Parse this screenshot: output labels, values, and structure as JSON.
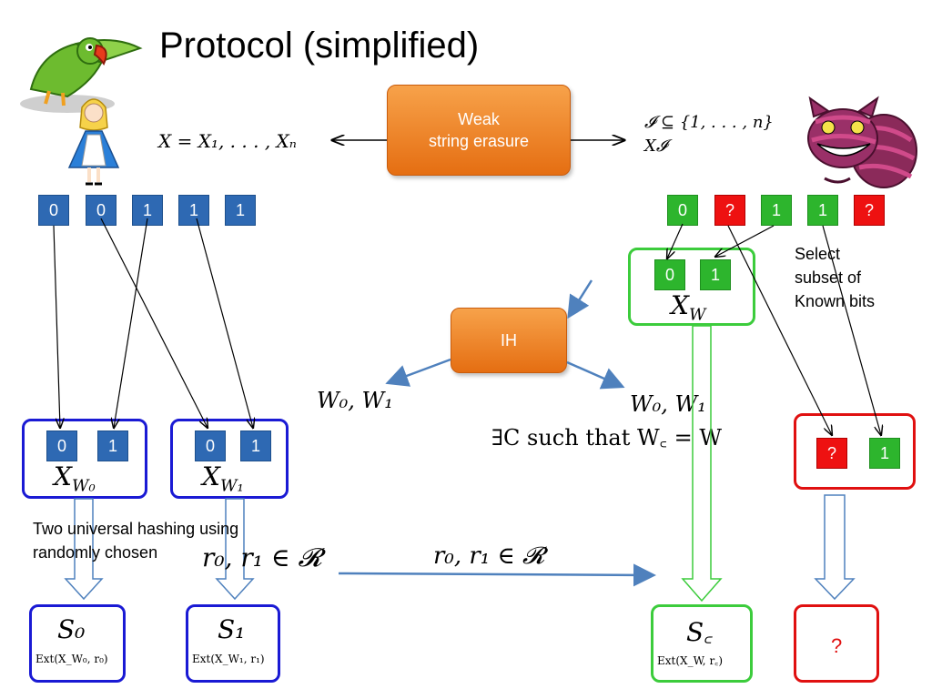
{
  "title": "Protocol (simplified)",
  "top_box": {
    "line1": "Weak",
    "line2": "string erasure"
  },
  "ih_label": "IH",
  "x_eq": "X = X₁, . . . , Xₙ",
  "i_subset": "𝓘 ⊆ {1, . . . , n}",
  "x_i": "X𝓘",
  "alice_bits": [
    "0",
    "0",
    "1",
    "1",
    "1"
  ],
  "bob_bits": [
    "0",
    "?",
    "1",
    "1",
    "?"
  ],
  "select_label": [
    "Select",
    "subset of",
    "Known bits"
  ],
  "xw_box": {
    "bits": [
      "0",
      "1"
    ],
    "label": "X",
    "sub": "W"
  },
  "w_left": "W₀, W₁",
  "w_right": "W₀, W₁",
  "exists_c": "∃C such that W꜀ = W",
  "xw0_box": {
    "bits": [
      "0",
      "1"
    ],
    "label": "X",
    "sub": "W₀"
  },
  "xw1_box": {
    "bits": [
      "0",
      "1"
    ],
    "label": "X",
    "sub": "W₁"
  },
  "red_box_bits": [
    "?",
    "1"
  ],
  "hash_text": {
    "line1": "Two universal hashing using",
    "line2": "randomly chosen"
  },
  "r_left": "r₀, r₁ ∈ 𝓡",
  "r_right": "r₀, r₁ ∈ 𝓡",
  "s0": {
    "label": "S₀",
    "ext": "Ext(X_W₀, r₀)"
  },
  "s1": {
    "label": "S₁",
    "ext": "Ext(X_W₁, r₁)"
  },
  "sc": {
    "label": "S꜀",
    "ext": "Ext(X_W, r꜀)"
  },
  "unknown": "?"
}
